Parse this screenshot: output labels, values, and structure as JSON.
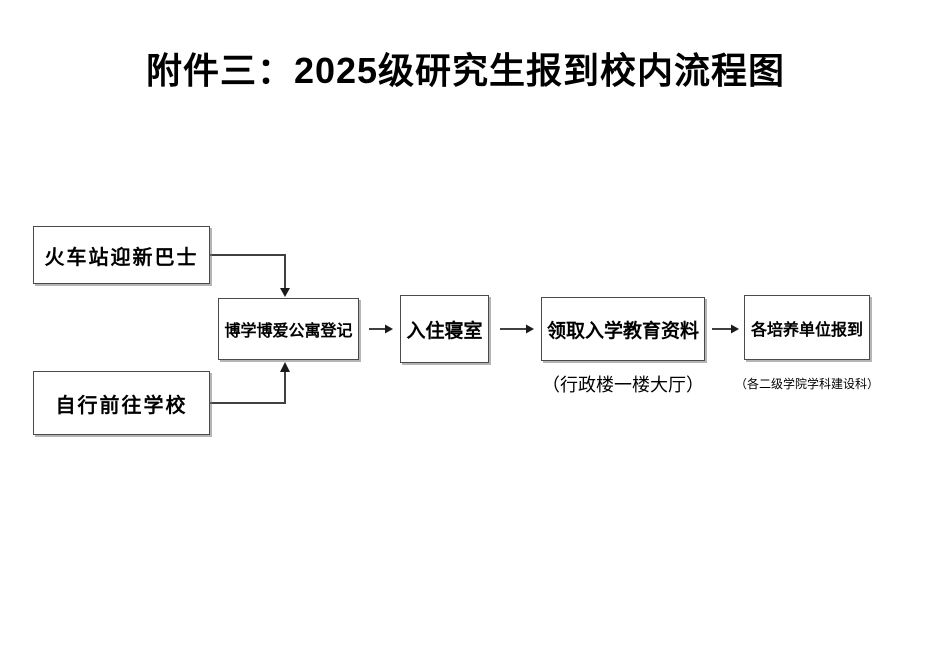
{
  "title": "附件三：2025级研究生报到校内流程图",
  "flowchart": {
    "nodes": {
      "train_bus": {
        "label": "火车站迎新巴士"
      },
      "self_travel": {
        "label": "自行前往学校"
      },
      "registration": {
        "label": "博学博爱公寓登记"
      },
      "dorm": {
        "label": "入住寝室"
      },
      "materials": {
        "label": "领取入学教育资料",
        "note": "（行政楼一楼大厅）"
      },
      "unit_report": {
        "label": "各培养单位报到",
        "note": "（各二级学院学科建设科）"
      }
    },
    "flow_order": [
      "火车站迎新巴士 / 自行前往学校",
      "博学博爱公寓登记",
      "入住寝室",
      "领取入学教育资料",
      "各培养单位报到"
    ]
  },
  "colors": {
    "background": "#ffffff",
    "text": "#000000",
    "line": "#404040",
    "box_border": "#4a4a4a"
  }
}
